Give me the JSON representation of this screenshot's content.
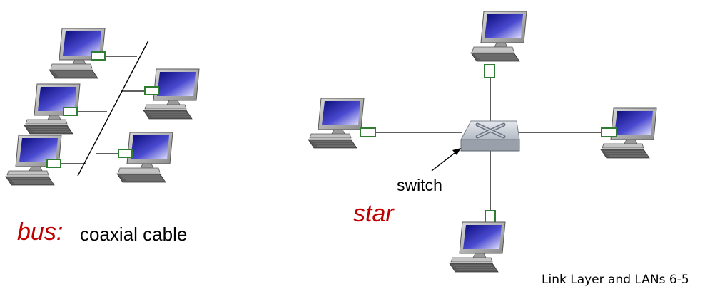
{
  "labels": {
    "bus_title": "bus:",
    "bus_description": "coaxial cable",
    "star_title": "star",
    "switch_label": "switch",
    "footer": "Link Layer and LANs  6-5"
  },
  "colors": {
    "accent_red": "#c00000",
    "connector_green": "#2e7d32",
    "screen_blue": "#1a1a9a",
    "cable": "#000000"
  },
  "icons": {
    "host": "desktop-computer-icon",
    "switch": "ethernet-switch-icon"
  }
}
